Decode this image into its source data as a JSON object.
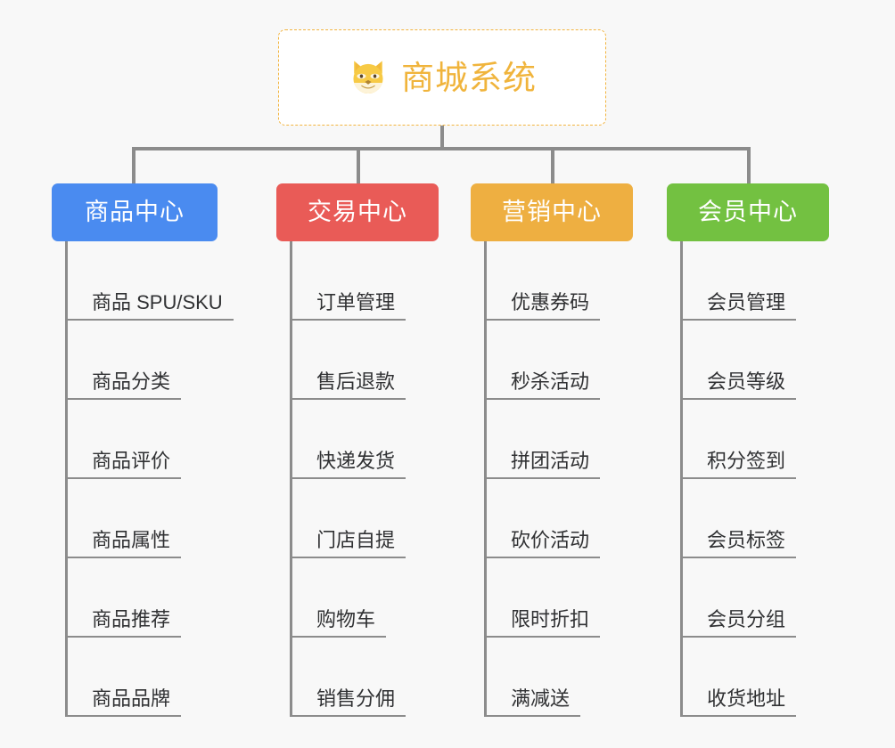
{
  "background_color": "#f8f8f8",
  "root": {
    "title": "商城系统",
    "icon": "shiba-dog-face-icon",
    "text_color": "#f0b43c",
    "border_color": "#f2b43f",
    "background_color": "#ffffff"
  },
  "connector_color": "#8c8c8c",
  "columns": [
    {
      "title": "商品中心",
      "color": "#4a8bf0",
      "items": [
        "商品 SPU/SKU",
        "商品分类",
        "商品评价",
        "商品属性",
        "商品推荐",
        "商品品牌"
      ]
    },
    {
      "title": "交易中心",
      "color": "#e95b57",
      "items": [
        "订单管理",
        "售后退款",
        "快递发货",
        "门店自提",
        "购物车",
        "销售分佣"
      ]
    },
    {
      "title": "营销中心",
      "color": "#eeaf41",
      "items": [
        "优惠券码",
        "秒杀活动",
        "拼团活动",
        "砍价活动",
        "限时折扣",
        "满减送"
      ]
    },
    {
      "title": "会员中心",
      "color": "#73c141",
      "items": [
        "会员管理",
        "会员等级",
        "积分签到",
        "会员标签",
        "会员分组",
        "收货地址"
      ]
    }
  ]
}
